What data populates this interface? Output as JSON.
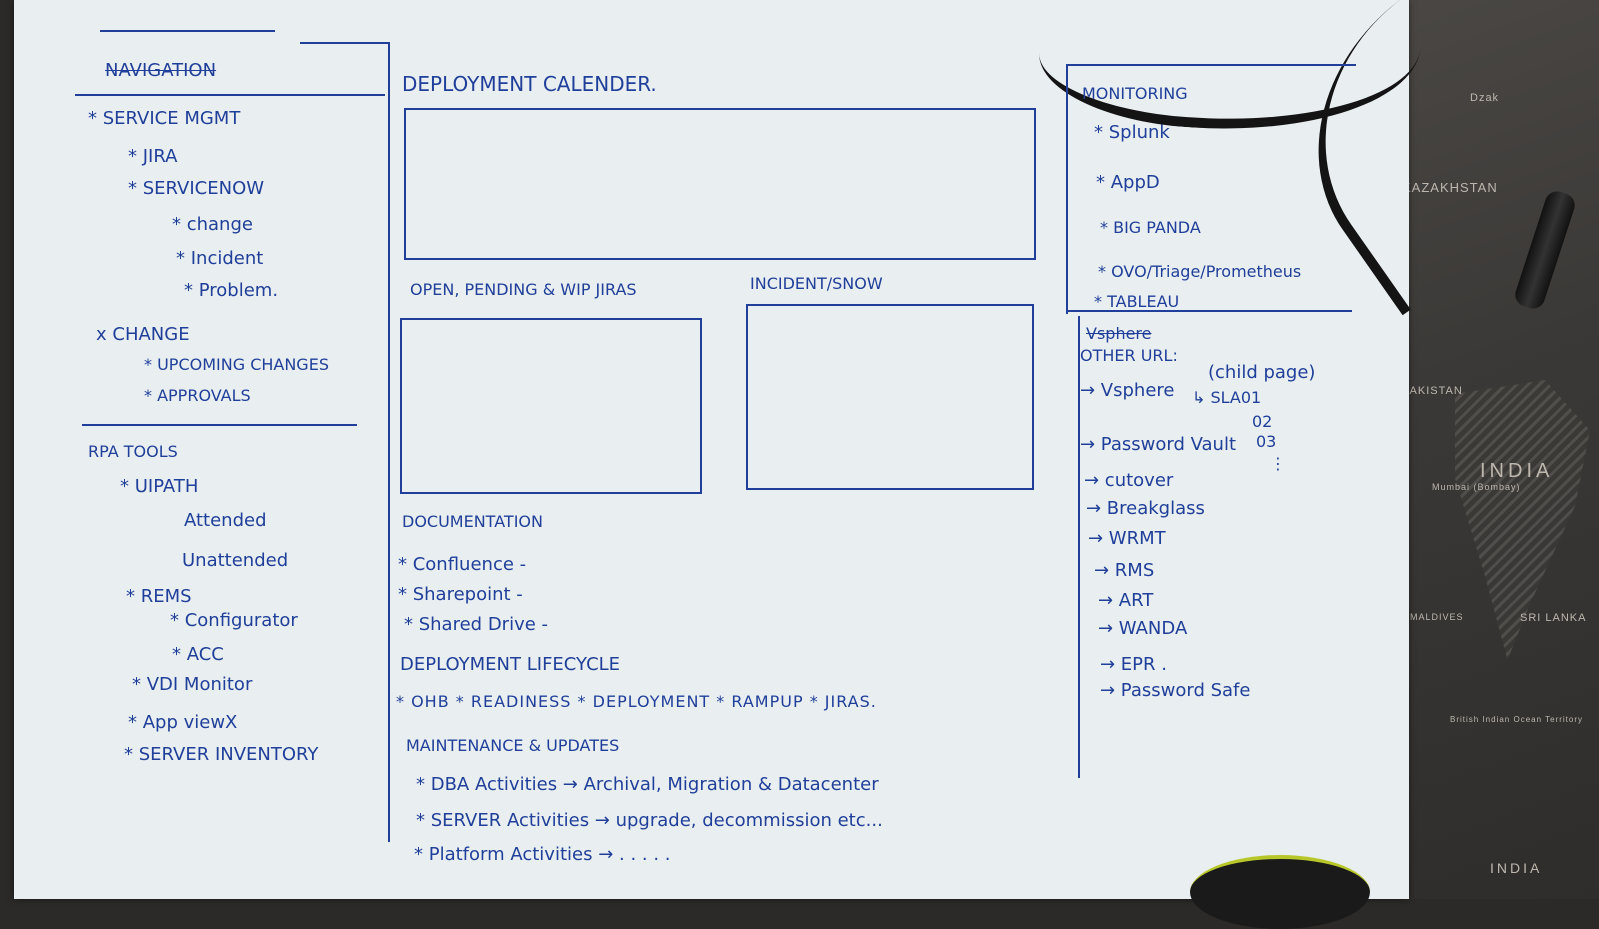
{
  "background_map": {
    "labels": [
      "Dzak",
      "KAZAKHSTAN",
      "PAKISTAN",
      "INDIA",
      "Mumbai (Bombay)",
      "MALDIVES",
      "SRI LANKA",
      "British Indian Ocean Territory",
      "INDIA"
    ]
  },
  "navigation": {
    "heading": "NAVIGATION",
    "service_mgmt": {
      "label": "* SERVICE MGMT",
      "items": [
        "* JIRA",
        "* SERVICENOW"
      ],
      "servicenow_sub": [
        "* change",
        "* Incident",
        "* Problem."
      ]
    },
    "change": {
      "label": "x CHANGE",
      "items": [
        "* UPCOMING CHANGES",
        "* APPROVALS"
      ]
    },
    "rpa_tools": {
      "label": "RPA TOOLS",
      "uipath": "* UIPATH",
      "uipath_sub": [
        "Attended",
        "Unattended"
      ],
      "rems": "* REMS",
      "rems_sub": [
        "* Configurator",
        "* ACC"
      ],
      "others": [
        "* VDI Monitor",
        "* App viewX",
        "* SERVER INVENTORY"
      ]
    }
  },
  "main": {
    "deployment_calendar": "DEPLOYMENT CALENDER.",
    "open_jiras": "OPEN, PENDING & WIP JIRAS",
    "incident_snow": "INCIDENT/SNOW",
    "documentation": {
      "label": "DOCUMENTATION",
      "items": [
        "* Confluence -",
        "* Sharepoint -",
        "* Shared Drive -"
      ]
    },
    "lifecycle": {
      "label": "DEPLOYMENT LIFECYCLE",
      "items": "* OHB * READINESS * DEPLOYMENT * RAMPUP * JIRAS."
    },
    "maintenance": {
      "label": "MAINTENANCE & UPDATES",
      "items": [
        "* DBA Activities → Archival, Migration & Datacenter",
        "* SERVER Activities → upgrade, decommission etc...",
        "* Platform Activities → . . . . ."
      ]
    }
  },
  "monitoring": {
    "heading": "MONITORING",
    "items": [
      "* Splunk",
      "* AppD",
      "* BIG PANDA",
      "* OVO/Triage/Prometheus",
      "* TABLEAU"
    ]
  },
  "other_urls": {
    "struck": "Vsphere",
    "heading": "OTHER URL:",
    "vsphere": "→ Vsphere",
    "child_page": "(child page)",
    "child_items": [
      "↳ SLA01",
      "02",
      "03",
      "⋮"
    ],
    "items": [
      "→ Password Vault",
      "→ cutover",
      "→ Breakglass",
      "→ WRMT",
      "→ RMS",
      "→ ART",
      "→ WANDA",
      "→ EPR .",
      "→ Password Safe"
    ]
  }
}
